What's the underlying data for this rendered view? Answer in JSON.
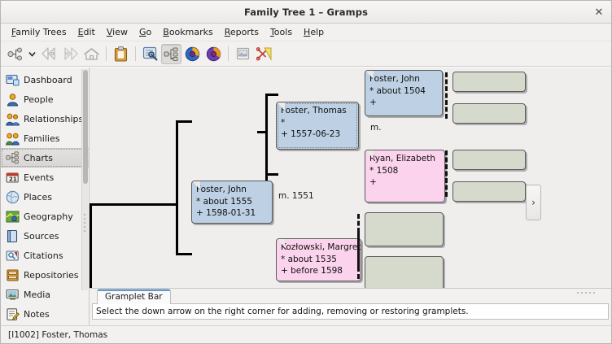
{
  "window": {
    "title": "Family Tree 1 – Gramps",
    "close_label": "✕"
  },
  "menu": {
    "items": [
      {
        "pre": "F",
        "rest": "amily Trees"
      },
      {
        "pre": "E",
        "rest": "dit"
      },
      {
        "pre": "V",
        "rest": "iew"
      },
      {
        "pre": "G",
        "rest": "o"
      },
      {
        "pre": "B",
        "rest": "ookmarks"
      },
      {
        "pre": "R",
        "rest": "eports"
      },
      {
        "pre": "T",
        "rest": "ools"
      },
      {
        "pre": "H",
        "rest": "elp"
      }
    ]
  },
  "toolbar": {
    "buttons": [
      {
        "name": "add-person-icon",
        "title": "Add"
      },
      {
        "name": "chevron-down-icon",
        "title": "More"
      },
      {
        "name": "back-arrow-icon",
        "title": "Back"
      },
      {
        "name": "forward-arrow-icon",
        "title": "Forward"
      },
      {
        "name": "home-icon",
        "title": "Home"
      },
      {
        "name": "clipboard-icon",
        "title": "Clipboard"
      },
      {
        "name": "configure-view-icon",
        "title": "Configure the active view"
      },
      {
        "name": "charts-view-icon",
        "title": "Charts"
      },
      {
        "name": "reports-icon",
        "title": "Reports"
      },
      {
        "name": "tools-icon",
        "title": "Tools"
      },
      {
        "name": "media-icon",
        "title": "Media"
      },
      {
        "name": "merge-icon",
        "title": "Merge"
      }
    ]
  },
  "sidebar": {
    "items": [
      {
        "label": "Dashboard",
        "icon": "dashboard-icon",
        "selected": false
      },
      {
        "label": "People",
        "icon": "people-icon",
        "selected": false
      },
      {
        "label": "Relationships",
        "icon": "relationships-icon",
        "selected": false
      },
      {
        "label": "Families",
        "icon": "families-icon",
        "selected": false
      },
      {
        "label": "Charts",
        "icon": "charts-icon",
        "selected": true
      },
      {
        "label": "Events",
        "icon": "events-icon",
        "selected": false
      },
      {
        "label": "Places",
        "icon": "places-icon",
        "selected": false
      },
      {
        "label": "Geography",
        "icon": "geography-icon",
        "selected": false
      },
      {
        "label": "Sources",
        "icon": "sources-icon",
        "selected": false
      },
      {
        "label": "Citations",
        "icon": "citations-icon",
        "selected": false
      },
      {
        "label": "Repositories",
        "icon": "repositories-icon",
        "selected": false
      },
      {
        "label": "Media",
        "icon": "media-icon",
        "selected": false
      },
      {
        "label": "Notes",
        "icon": "notes-icon",
        "selected": false
      }
    ]
  },
  "chart": {
    "colors": {
      "male": "#bdd0e4",
      "female": "#fcd3ec",
      "empty": "#d6dacd",
      "canvas": "#efeeed",
      "connector": "#000000"
    },
    "scroll_right_label": "›",
    "marriage_labels": [
      {
        "text": "m. 1551"
      },
      {
        "text": "m."
      }
    ],
    "people": [
      {
        "id": "p-foster-john-1555",
        "name": "Foster, John",
        "birth": "* about 1555",
        "death": "+ 1598-01-31",
        "gender": "male"
      },
      {
        "id": "p-foster-thomas",
        "name": "Foster, Thomas",
        "birth": "*",
        "death": "+ 1557-06-23",
        "gender": "male"
      },
      {
        "id": "p-kozlowski-margret",
        "name": "Kozłowski, Margret",
        "birth": "* about 1535",
        "death": "+ before 1598",
        "gender": "female"
      },
      {
        "id": "p-foster-john-1504",
        "name": "Foster, John",
        "birth": "* about 1504",
        "death": "+",
        "gender": "male"
      },
      {
        "id": "p-ryan-elizabeth",
        "name": "Ryan, Elizabeth",
        "birth": "* 1508",
        "death": "+",
        "gender": "female"
      }
    ],
    "empty_boxes_count": 6
  },
  "gramplet_bar": {
    "tab_label": "Gramplet Bar",
    "message": "Select the down arrow on the right corner for adding, removing or restoring gramplets."
  },
  "statusbar": {
    "text": "[I1002] Foster, Thomas"
  }
}
